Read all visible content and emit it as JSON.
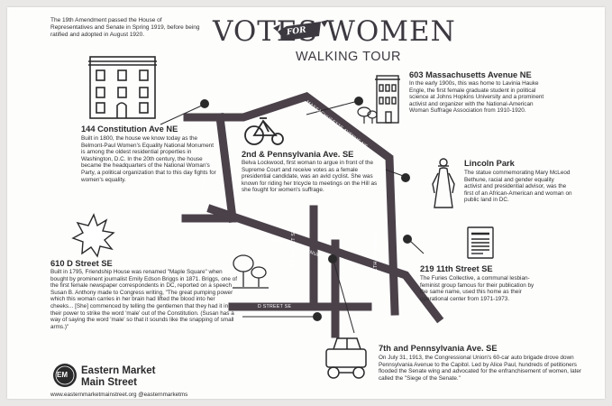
{
  "title": {
    "votes": "VOTES",
    "for": "FOR",
    "women": "WOMEN",
    "subtitle": "WALKING TOUR"
  },
  "intro": "The 19th Amendment passed the House of Representatives and Senate in Spring 1919, before being ratified and adopted in August 1920.",
  "streets": {
    "massachusetts": "MASSACHUSETTS AVENUE NE",
    "second": "2ND STREET SE",
    "pennsylvania": "PENNSYLVANIA AVENUE SE",
    "seventh": "7TH STREET SE",
    "eleventh": "11TH STREET SE",
    "d": "D STREET SE"
  },
  "sites": {
    "constitution": {
      "heading": "144 Constitution Ave NE",
      "body": "Built in 1800, the house we know today as the Belmont-Paul Women's Equality National Monument is among the oldest residential properties in Washington, D.C. In the 20th century, the house became the headquarters of the National Woman's Party, a political organization that to this day fights for women's equality."
    },
    "second_penn": {
      "heading": "2nd & Pennsylvania Ave. SE",
      "body": "Belva Lockwood, first woman to argue in front of the Supreme Court and receive votes as a female presidential candidate, was an avid cyclist. She was known for riding her tricycle to meetings on the Hill as she fought for women's suffrage."
    },
    "massachusetts": {
      "heading": "603 Massachusetts Avenue NE",
      "body": "In the early 1900s, this was home to Lavinia Hauke Engle, the first female graduate student in political science at Johns Hopkins University and a prominent activist and organizer with the National-American Woman Suffrage Association from 1910-1920."
    },
    "lincoln": {
      "heading": "Lincoln Park",
      "body": "The statue commemorating Mary McLeod Bethune, racial and gender equality activist and presidential advisor, was the first of an African-American and woman on public land in DC."
    },
    "d_street": {
      "heading": "610 D Street SE",
      "body": "Built in 1795, Friendship House was renamed \"Maple Square\" when bought by prominent journalist Emily Edson Briggs in 1871. Briggs, one of the first female newspaper correspondents in DC, reported on a speech Susan B. Anthony made to Congress writing, \"The great pumping power which this woman carries in her brain had lifted the blood into her cheeks... [She] commenced by telling the gentlemen that they had it in their power to strike the word 'male' out of the Constitution. (Susan has a way of saying the word 'male' so that it sounds like the snapping of small arms.)\""
    },
    "eleventh": {
      "heading": "219 11th Street SE",
      "body": "The Furies Collective, a communal lesbian-feminist group famous for their publication by the same name, used this home as their operational center from 1971-1973."
    },
    "seventh_penn": {
      "heading": "7th and Pennsylvania Ave. SE",
      "body": "On July 31, 1913, the Congressional Union's 60-car auto brigade drove down Pennsylvania Avenue to the Capitol. Led by Alice Paul, hundreds of petitioners flooded the Senate wing and advocated for the enfranchisement of women, later called the \"Siege of the Senate.\""
    }
  },
  "logo": {
    "line1": "Eastern Market",
    "line2": "Main Street",
    "badge": "EM"
  },
  "footer": "www.easternmarketmainstreet.org  @easternmarketms",
  "colors": {
    "road": "#4a4149",
    "ink": "#2b2a2b",
    "paper": "#fdfdfc"
  },
  "icons": [
    "rowhouse-icon",
    "bicycle-icon",
    "townhouse-icon",
    "statue-icon",
    "starburst-icon",
    "newspaper-icon",
    "trees-icon",
    "vintage-car-icon",
    "flag-banner-icon"
  ]
}
